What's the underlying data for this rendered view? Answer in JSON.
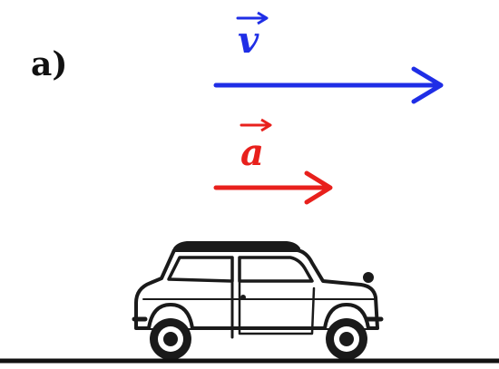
{
  "figure": {
    "part_label": "a)",
    "vectors": [
      {
        "symbol": "v",
        "color": "#1f2ee6"
      },
      {
        "symbol": "a",
        "color": "#e8201c"
      }
    ],
    "objects": {
      "vehicle_icon": "car-icon",
      "ground": "ground-line"
    }
  }
}
